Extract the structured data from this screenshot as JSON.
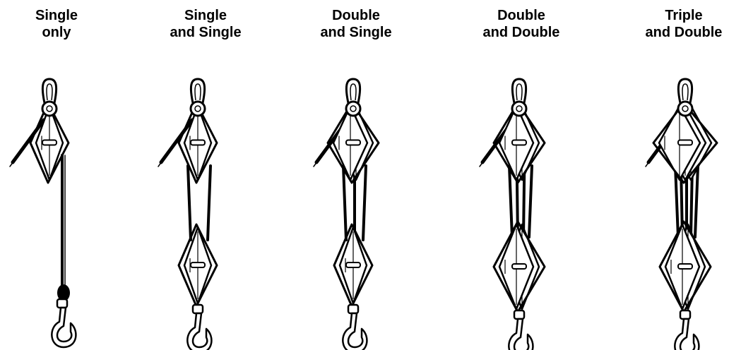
{
  "panels": [
    {
      "line1": "Single",
      "line2": "only",
      "upper_sheaves": 1,
      "lower_sheaves": 0
    },
    {
      "line1": "Single",
      "line2": "and Single",
      "upper_sheaves": 1,
      "lower_sheaves": 1
    },
    {
      "line1": "Double",
      "line2": "and Single",
      "upper_sheaves": 2,
      "lower_sheaves": 1
    },
    {
      "line1": "Double",
      "line2": "and Double",
      "upper_sheaves": 2,
      "lower_sheaves": 2
    },
    {
      "line1": "Triple",
      "line2": "and Double",
      "upper_sheaves": 3,
      "lower_sheaves": 2
    }
  ]
}
